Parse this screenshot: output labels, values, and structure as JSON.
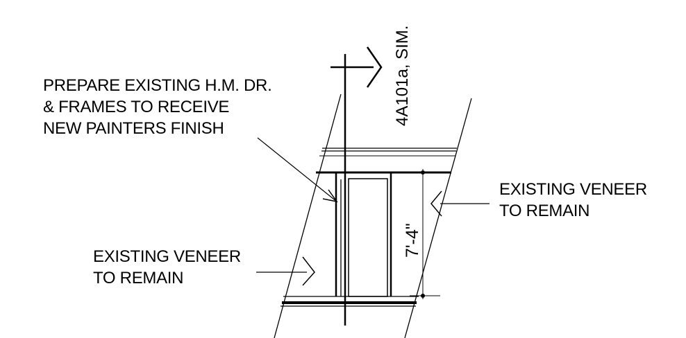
{
  "section_ref": {
    "label": "4A101a, SIM."
  },
  "callouts": {
    "door_frames": {
      "lines": [
        "PREPARE EXISTING H.M. DR.",
        "& FRAMES TO RECEIVE",
        "NEW PAINTERS FINISH"
      ]
    },
    "veneer_right": {
      "lines": [
        "EXISTING VENEER",
        "TO REMAIN"
      ]
    },
    "veneer_left": {
      "lines": [
        "EXISTING VENEER",
        "TO REMAIN"
      ]
    }
  },
  "dimension": {
    "label": "7'-4\""
  },
  "colors": {
    "ink": "#000000",
    "background": "#ffffff"
  }
}
